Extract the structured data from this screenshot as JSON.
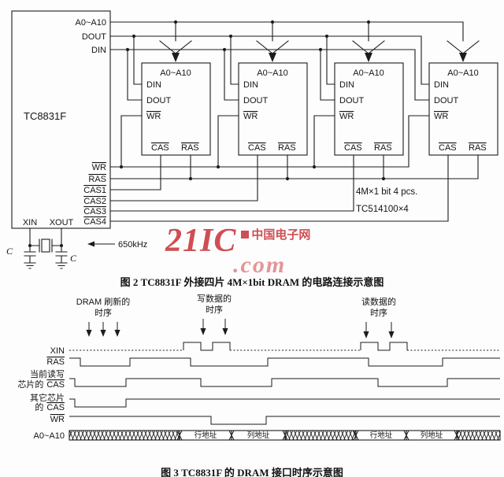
{
  "watermark": {
    "brand": "21IC",
    "site": "中国电子网",
    "com": ".com"
  },
  "fig2": {
    "caption": "图 2  TC8831F 外接四片 4M×1bit  DRAM 的电路连接示意图",
    "tc": {
      "name": "TC8831F",
      "addr": "A0~A10",
      "dout": "DOUT",
      "din": "DIN",
      "wr": "WR",
      "ras": "RAS",
      "cas1": "CAS1",
      "cas2": "CAS2",
      "cas3": "CAS3",
      "cas4": "CAS4",
      "xin": "XIN",
      "xout": "XOUT"
    },
    "dram": {
      "addr": "A0~A10",
      "din": "DIN",
      "dout": "DOUT",
      "wr": "WR",
      "cas": "CAS",
      "ras": "RAS"
    },
    "note1": "4M×1 bit  4 pcs.",
    "note2": "TC514100×4",
    "freq": "650kHz",
    "cap": "C"
  },
  "fig3": {
    "caption": "图 3  TC8831F 的 DRAM 接口时序示意图",
    "ann": {
      "refresh1": "DRAM 刷新的",
      "refresh2": "时序",
      "write1": "写数据的",
      "write2": "时序",
      "read1": "读数据的",
      "read2": "时序"
    },
    "sig": {
      "xin": "XIN",
      "ras": "RAS",
      "cur1": "当前读写",
      "cur2": "芯片的",
      "cas": "CAS",
      "oth1": "其它芯片",
      "oth2": "的",
      "wr": "WR",
      "addr": "A0~A10"
    },
    "bus": {
      "row": "行地址",
      "col": "列地址"
    }
  }
}
